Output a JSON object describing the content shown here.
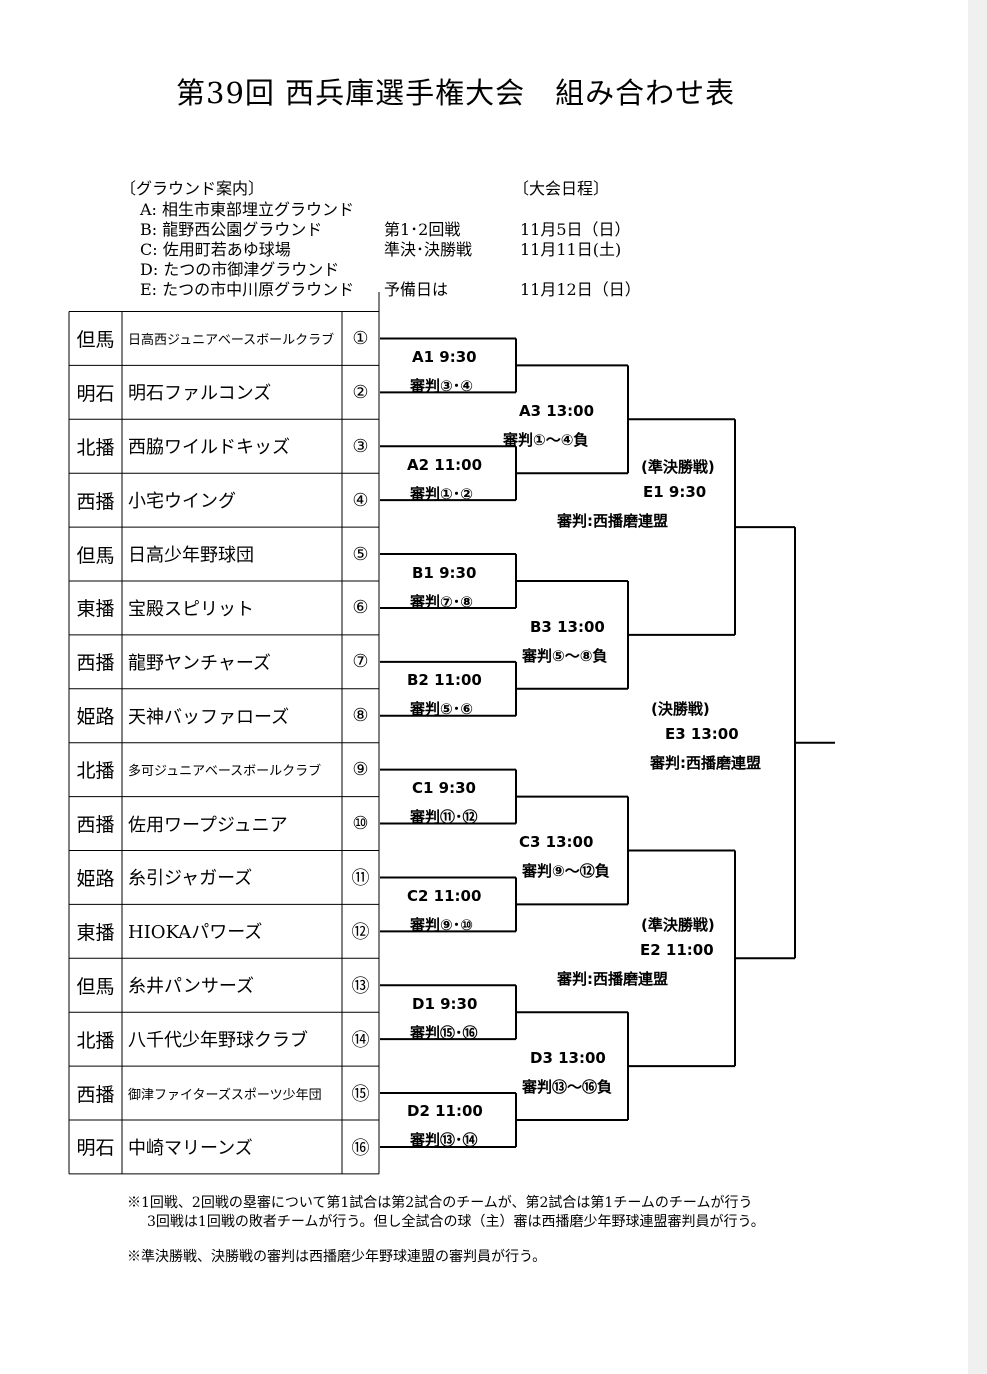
{
  "title": "第39回 西兵庫選手権大会　組み合わせ表",
  "grounds": {
    "header": "〔グラウンド案内〕",
    "items": [
      "A:  相生市東部埋立グラウンド",
      "B:  龍野西公園グラウンド",
      "C:  佐用町若あゆ球場",
      "D:  たつの市御津グラウンド",
      "E:  たつの市中川原グラウンド"
    ]
  },
  "schedule": {
    "header": "〔大会日程〕",
    "rows": [
      {
        "label": "第1･2回戦",
        "date": "11月5日（日）"
      },
      {
        "label": "準決･決勝戦",
        "date": "11月11日(土)"
      },
      {
        "label": "予備日は",
        "date": "11月12日（日）"
      }
    ]
  },
  "teams": [
    {
      "region": "但馬",
      "name": "日高西ジュニアベースボールクラブ",
      "num": "①"
    },
    {
      "region": "明石",
      "name": "明石ファルコンズ",
      "num": "②"
    },
    {
      "region": "北播",
      "name": "西脇ワイルドキッズ",
      "num": "③"
    },
    {
      "region": "西播",
      "name": "小宅ウイング",
      "num": "④"
    },
    {
      "region": "但馬",
      "name": "日高少年野球団",
      "num": "⑤"
    },
    {
      "region": "東播",
      "name": "宝殿スピリット",
      "num": "⑥"
    },
    {
      "region": "西播",
      "name": "龍野ヤンチャーズ",
      "num": "⑦"
    },
    {
      "region": "姫路",
      "name": "天神バッファローズ",
      "num": "⑧"
    },
    {
      "region": "北播",
      "name": "多可ジュニアベースボールクラブ",
      "num": "⑨"
    },
    {
      "region": "西播",
      "name": "佐用ワープジュニア",
      "num": "⑩"
    },
    {
      "region": "姫路",
      "name": "糸引ジャガーズ",
      "num": "⑪"
    },
    {
      "region": "東播",
      "name": "HIOKAパワーズ",
      "num": "⑫"
    },
    {
      "region": "但馬",
      "name": "糸井パンサーズ",
      "num": "⑬"
    },
    {
      "region": "北播",
      "name": "八千代少年野球クラブ",
      "num": "⑭"
    },
    {
      "region": "西播",
      "name": "御津ファイターズスポーツ少年団",
      "num": "⑮"
    },
    {
      "region": "明石",
      "name": "中崎マリーンズ",
      "num": "⑯"
    }
  ],
  "games": {
    "A1": {
      "time": "A1  9:30",
      "umpire": "審判③･④"
    },
    "A2": {
      "time": "A2  11:00",
      "umpire": "審判①･②"
    },
    "A3": {
      "time": "A3  13:00",
      "umpire": "審判①～④負"
    },
    "B1": {
      "time": "B1  9:30",
      "umpire": "審判⑦･⑧"
    },
    "B2": {
      "time": "B2  11:00",
      "umpire": "審判⑤･⑥"
    },
    "B3": {
      "time": "B3  13:00",
      "umpire": "審判⑤～⑧負"
    },
    "C1": {
      "time": "C1  9:30",
      "umpire": "審判⑪･⑫"
    },
    "C2": {
      "time": "C2  11:00",
      "umpire": "審判⑨･⑩"
    },
    "C3": {
      "time": "C3  13:00",
      "umpire": "審判⑨～⑫負"
    },
    "D1": {
      "time": "D1  9:30",
      "umpire": "審判⑮･⑯"
    },
    "D2": {
      "time": "D2  11:00",
      "umpire": "審判⑬･⑭"
    },
    "D3": {
      "time": "D3  13:00",
      "umpire": "審判⑬～⑯負"
    },
    "E1": {
      "round": "(準決勝戦)",
      "time": "E1  9:30",
      "umpire": "審判:西播磨連盟"
    },
    "E2": {
      "round": "(準決勝戦)",
      "time": "E2  11:00",
      "umpire": "審判:西播磨連盟"
    },
    "E3": {
      "round": "(決勝戦)",
      "time": "E3   13:00",
      "umpire": "審判:西播磨連盟"
    }
  },
  "notes": [
    "※1回戦、2回戦の塁審について第1試合は第2試合のチームが、第2試合は第1チームのチームが行う",
    "3回戦は1回戦の敗者チームが行う。但し全試合の球（主）審は西播磨少年野球連盟審判員が行う。",
    "※準決勝戦、決勝戦の審判は西播磨少年野球連盟の審判員が行う。"
  ]
}
